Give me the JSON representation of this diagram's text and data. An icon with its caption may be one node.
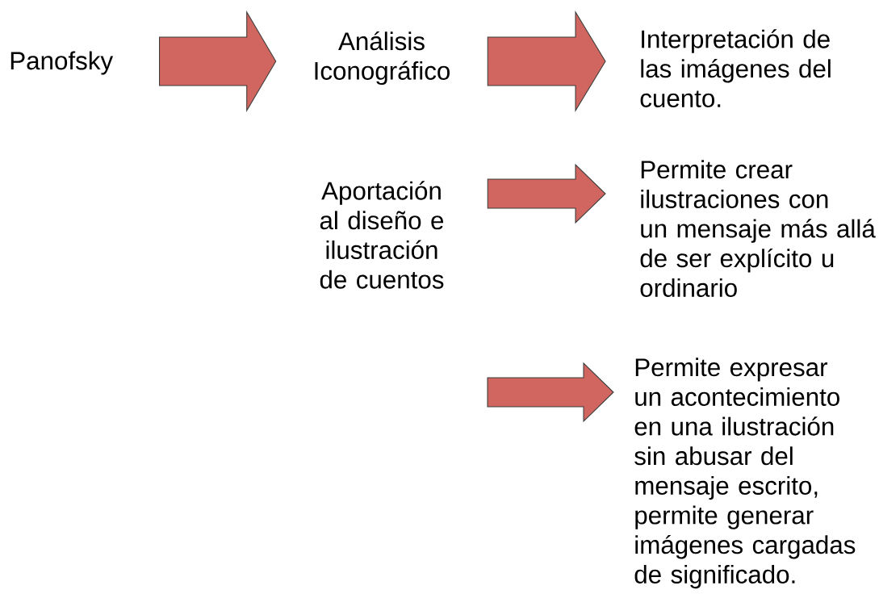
{
  "diagram": {
    "nodes": [
      {
        "text": [
          "Panofsky"
        ]
      },
      {
        "text": [
          "Análisis Iconográfico"
        ]
      },
      {
        "text": [
          "Interpretación de las imágenes del cuento."
        ]
      },
      {
        "text": [
          "Aportación al diseño e ilustración de cuentos"
        ]
      },
      {
        "text": [
          "Permite crear ilustraciones con un mensaje más allá de ser explícito u ordinario"
        ]
      },
      {
        "text": [
          "Permite expresar un acontecimiento en una ilustración sin abusar del mensaje escrito, permite generar imágenes cargadas de significado."
        ]
      }
    ],
    "edges": [
      {
        "from": 0,
        "to": 1,
        "arrow": "to"
      },
      {
        "from": 1,
        "to": 2,
        "arrow": "to"
      },
      {
        "from": 3,
        "to": 4,
        "arrow": "to"
      },
      {
        "from": null,
        "to": 5,
        "arrow": "to"
      }
    ]
  }
}
